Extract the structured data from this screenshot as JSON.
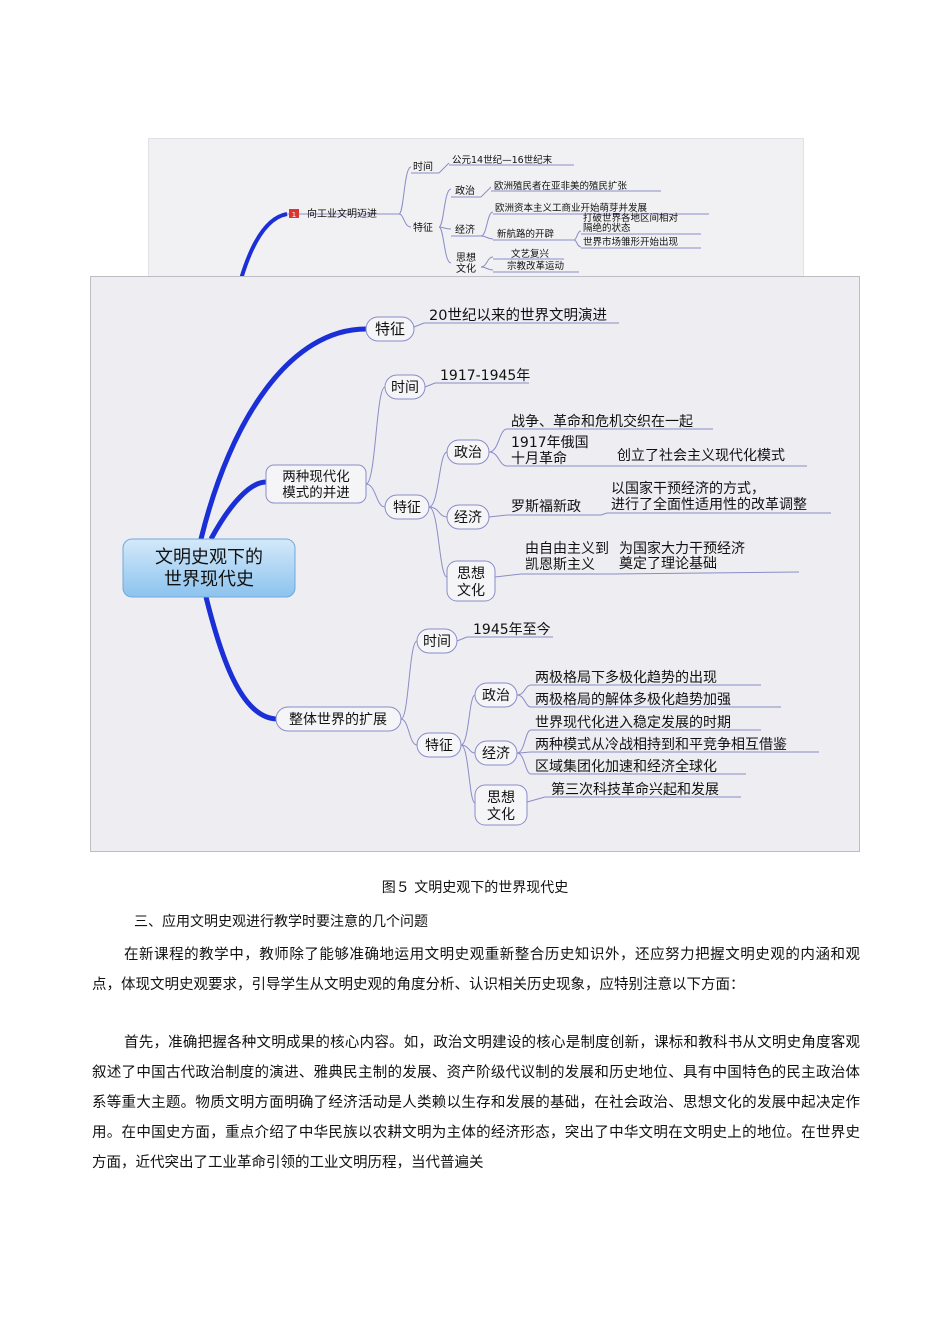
{
  "top_map": {
    "branch_number": "1",
    "branch": "向工业文明迈进",
    "time_label": "时间",
    "time_value": "公元14世纪—16世纪末",
    "feature_label": "特征",
    "politics_label": "政治",
    "politics_item": "欧洲殖民者在亚非美的殖民扩张",
    "economy_label": "经济",
    "economy_item_1": "欧洲资本主义工商业开始萌芽并发展",
    "new_route": "新航路的开辟",
    "new_route_sub_1a": "打破世界各地区间相对",
    "new_route_sub_1b": "隔绝的状态",
    "new_route_sub_2": "世界市场雏形开始出现",
    "culture_label_1": "思想",
    "culture_label_2": "文化",
    "culture_item_1": "文艺复兴",
    "culture_item_2": "宗教改革运动"
  },
  "main_map": {
    "center_line_1": "文明史观下的",
    "center_line_2": "世界现代史",
    "b1": {
      "label": "特征",
      "value": "20世纪以来的世界文明演进"
    },
    "b2": {
      "label_1": "两种现代化",
      "label_2": "模式的并进",
      "time_label": "时间",
      "time_value": "1917-1945年",
      "feature_label": "特征",
      "politics_label": "政治",
      "politics_item": "战争、革命和危机交织在一起",
      "october_1": "1917年俄国",
      "october_2": "十月革命",
      "october_result": "创立了社会主义现代化模式",
      "economy_label": "经济",
      "new_deal": "罗斯福新政",
      "new_deal_result_1": "以国家干预经济的方式，",
      "new_deal_result_2": "进行了全面性适用性的改革调整",
      "culture_label_1": "思想",
      "culture_label_2": "文化",
      "culture_item_1": "由自由主义到",
      "culture_item_2": "凯恩斯主义",
      "culture_result_1": "为国家大力干预经济",
      "culture_result_2": "奠定了理论基础"
    },
    "b3": {
      "label": "整体世界的扩展",
      "time_label": "时间",
      "time_value": "1945年至今",
      "feature_label": "特征",
      "politics_label": "政治",
      "politics_item_1": "两极格局下多极化趋势的出现",
      "politics_item_2": "两极格局的解体多极化趋势加强",
      "economy_label": "经济",
      "economy_item_1": "世界现代化进入稳定发展的时期",
      "economy_item_2": "两种模式从冷战相持到和平竞争相互借鉴",
      "economy_item_3": "区域集团化加速和经济全球化",
      "culture_label_1": "思想",
      "culture_label_2": "文化",
      "culture_item": "第三次科技革命兴起和发展"
    }
  },
  "caption": "图５ 文明史观下的世界现代史",
  "heading": "三、应用文明史观进行教学时要注意的几个问题",
  "paragraph_1": "在新课程的教学中，教师除了能够准确地运用文明史观重新整合历史知识外，还应努力把握文明史观的内涵和观点，体现文明史观要求，引导学生从文明史观的角度分析、认识相关历史现象，应特别注意以下方面：",
  "paragraph_2": "首先，准确把握各种文明成果的核心内容。如，政治文明建设的核心是制度创新，课标和教科书从文明史角度客观叙述了中国古代政治制度的演进、雅典民主制的发展、资产阶级代议制的发展和历史地位、具有中国特色的民主政治体系等重大主题。物质文明方面明确了经济活动是人类赖以生存和发展的基础，在社会政治、思想文化的发展中起决定作用。在中国史方面，重点介绍了中华民族以农耕文明为主体的经济形态，突出了中华文明在文明史上的地位。在世界史方面，近代突出了工业革命引领的工业文明历程，当代普遍关",
  "colors": {
    "branch_blue": "#1a2fd6",
    "center_fill": "#a9d2f2",
    "node_stroke": "#8a8cc8",
    "figure_background": "#eeeef2"
  }
}
